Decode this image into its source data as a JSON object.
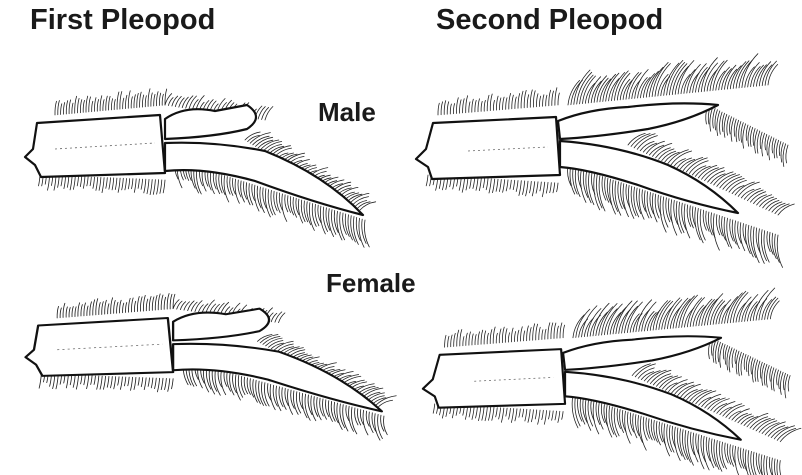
{
  "headings": {
    "first_pleopod": "First Pleopod",
    "second_pleopod": "Second Pleopod"
  },
  "rows": {
    "male": "Male",
    "female": "Female"
  },
  "colors": {
    "text": "#1a1a1a",
    "ink": "#111111",
    "background": "#ffffff"
  }
}
